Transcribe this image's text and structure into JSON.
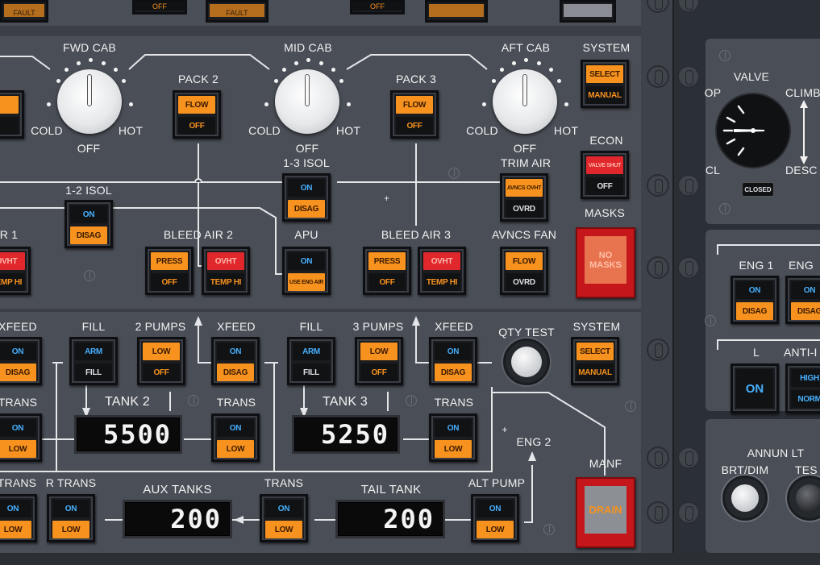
{
  "colors": {
    "panel": "#4a4e56",
    "amber": "#f7921e",
    "red": "#e0272b",
    "blue_text": "#46b0ff",
    "display_bg": "#0a0a0b"
  },
  "top_strip": {
    "fault_1": "FAULT",
    "fault_2": "FAULT",
    "off_1": "OFF",
    "off_2": "OFF"
  },
  "cabins": {
    "fwd": {
      "label": "FWD CAB",
      "cold": "COLD",
      "hot": "HOT",
      "off": "OFF"
    },
    "mid": {
      "label": "MID CAB",
      "cold": "COLD",
      "hot": "HOT",
      "off": "OFF"
    },
    "aft": {
      "label": "AFT CAB",
      "cold": "COLD",
      "hot": "HOT",
      "off": "OFF"
    }
  },
  "left_partial": {
    "bleed_label": "R 1",
    "bleed_top": "OVHT",
    "bleed_bottom": "TEMP HI"
  },
  "pack2": {
    "label": "PACK 2",
    "top": "FLOW",
    "bottom": "OFF"
  },
  "pack3": {
    "label": "PACK 3",
    "top": "FLOW",
    "bottom": "OFF"
  },
  "system_pack": {
    "label": "SYSTEM",
    "top": "SELECT",
    "bottom": "MANUAL"
  },
  "econ": {
    "label": "ECON",
    "top": "VALVE SHUT",
    "bottom": "OFF"
  },
  "trim_air": {
    "label": "TRIM AIR",
    "top": "AVNCS OVHT",
    "bottom": "OVRD"
  },
  "isol_13": {
    "label": "1-3 ISOL",
    "top": "ON",
    "bottom": "DISAG"
  },
  "isol_12": {
    "label": "1-2 ISOL",
    "top": "ON",
    "bottom": "DISAG"
  },
  "masks": {
    "label": "MASKS",
    "text": "NO MASKS"
  },
  "bleed2": {
    "label": "BLEED AIR 2",
    "press_top": "PRESS",
    "press_bottom": "OFF",
    "temp_top": "OVHT",
    "temp_bottom": "TEMP HI"
  },
  "apu": {
    "label": "APU",
    "top": "ON",
    "bottom": "USE ENG AIR"
  },
  "bleed3": {
    "label": "BLEED AIR 3",
    "press_top": "PRESS",
    "press_bottom": "OFF",
    "temp_top": "OVHT",
    "temp_bottom": "TEMP HI"
  },
  "avncs_fan": {
    "label": "AVNCS FAN",
    "top": "FLOW",
    "bottom": "OVRD"
  },
  "fuel": {
    "xfeed_left": {
      "label": "XFEED",
      "top": "ON",
      "bottom": "DISAG"
    },
    "trans_left": {
      "label": "TRANS",
      "top": "ON",
      "bottom": "LOW"
    },
    "fill2": {
      "label": "FILL",
      "top": "ARM",
      "bottom": "FILL"
    },
    "pumps2": {
      "label": "2 PUMPS",
      "top": "LOW",
      "bottom": "OFF"
    },
    "xfeed2": {
      "label": "XFEED",
      "top": "ON",
      "bottom": "DISAG"
    },
    "tank2": {
      "label": "TANK 2",
      "value": "5500"
    },
    "trans2": {
      "label": "TRANS",
      "top": "ON",
      "bottom": "LOW"
    },
    "fill3": {
      "label": "FILL",
      "top": "ARM",
      "bottom": "FILL"
    },
    "pumps3": {
      "label": "3 PUMPS",
      "top": "LOW",
      "bottom": "OFF"
    },
    "xfeed3": {
      "label": "XFEED",
      "top": "ON",
      "bottom": "DISAG"
    },
    "tank3": {
      "label": "TANK 3",
      "value": "5250"
    },
    "trans3": {
      "label": "TRANS",
      "top": "ON",
      "bottom": "LOW"
    },
    "qty_test": {
      "label": "QTY TEST"
    },
    "system": {
      "label": "SYSTEM",
      "top": "SELECT",
      "bottom": "MANUAL"
    },
    "eng2": {
      "label": "ENG 2"
    },
    "manf": {
      "label": "MANF",
      "text": "DRAIN"
    },
    "l_trans": {
      "label": "TRANS",
      "top": "ON",
      "bottom": "LOW"
    },
    "r_trans": {
      "label": "R TRANS",
      "top": "ON",
      "bottom": "LOW"
    },
    "aux_tanks": {
      "label": "AUX TANKS",
      "value": "200"
    },
    "aux_trans": {
      "label": "TRANS",
      "top": "ON",
      "bottom": "LOW"
    },
    "tail_tank": {
      "label": "TAIL TANK",
      "value": "200"
    },
    "alt_pump": {
      "label": "ALT PUMP",
      "top": "ON",
      "bottom": "LOW"
    }
  },
  "pressurization": {
    "valve": "VALVE",
    "op": "OP",
    "cl": "CL",
    "climb": "CLIMB",
    "desc": "DESC",
    "closed": "CLOSED"
  },
  "anti_ice": {
    "eng1": "ENG 1",
    "eng2": "ENG",
    "eng1_top": "ON",
    "eng1_bottom": "DISAG",
    "eng2_top": "ON",
    "eng2_bottom": "DISAG",
    "l_label": "L",
    "anti_label": "ANTI-I",
    "l_state": "ON",
    "high": "HIGH",
    "norm": "NORM"
  },
  "annun_lt": {
    "label": "ANNUN LT",
    "brt_dim": "BRT/DIM",
    "test": "TES"
  }
}
